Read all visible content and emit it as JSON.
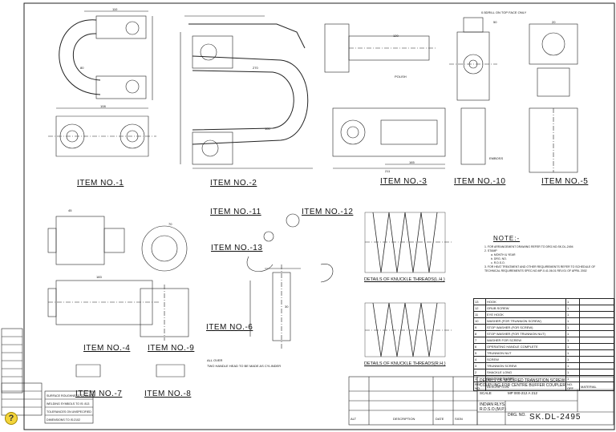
{
  "drawing": {
    "item_labels": {
      "item1": "ITEM NO.-1",
      "item2": "ITEM NO.-2",
      "item3": "ITEM NO.-3",
      "item10": "ITEM NO.-10",
      "item5": "ITEM NO.-5",
      "item11": "ITEM NO.-11",
      "item12": "ITEM NO.-12",
      "item13": "ITEM NO.-13",
      "item6": "ITEM NO.-6",
      "item4": "ITEM NO.-4",
      "item9": "ITEM NO.-9",
      "item7": "ITEM NO.-7",
      "item8": "ITEM NO.-8"
    },
    "captions": {
      "knuckle_lh": "DETAILS OF KNUCKLE THREADS(L.H.)",
      "knuckle_rh": "DETAILS OF KNUCKLE THREADS(R.H.)",
      "top_note": "0.5DRILL ON TOP FACE ONLY",
      "polish": "POLISH",
      "all_over": "ALL OVER",
      "handle_note": "TWO HANDLE HEAD TO BE MADE AS CYLINDER",
      "emboss": "EMBOSS"
    },
    "dims": {
      "d110": "110",
      "d108": "108",
      "d270": "270",
      "d211": "211",
      "d165": "165",
      "d183": "183",
      "d70": "70",
      "d50": "50",
      "d80": "80",
      "d20": "20",
      "d120": "120",
      "d100": "100",
      "d30": "30",
      "d45": "45"
    }
  },
  "notes": {
    "title": "NOTE:-",
    "items": [
      "1. FOR ARRANGEMENT DRAWING REFER TO DRG.NO.SK.DL-2494",
      "2. STAMP",
      "a. MONTH & YEAR",
      "b. DRG. NO.",
      "c. R.D.S.O.",
      "3. FOR HEAT TREATMENT AND OTHER REQUIREMENTS REFER TO SCHEDULE OF TECHNICAL REQUIREMENTS SPEC.NO.MP-0.41.06.01 REV.01 OF APRIL 2002"
    ]
  },
  "bom": {
    "rows": [
      {
        "no": "13",
        "desc": "HOOK",
        "qty": "1"
      },
      {
        "no": "12",
        "desc": "GRUB SCREW",
        "qty": "1"
      },
      {
        "no": "11",
        "desc": "EYE HOOK",
        "qty": "1"
      },
      {
        "no": "10",
        "desc": "WASHER (FOR TRUNNION SCREW)",
        "qty": "1"
      },
      {
        "no": "9",
        "desc": "STOP WASHER (FOR SCREW)",
        "qty": "1"
      },
      {
        "no": "8",
        "desc": "STOP WASHER (FOR TRUNNION NUT)",
        "qty": "1"
      },
      {
        "no": "7",
        "desc": "WASHER FOR SCREW",
        "qty": "1"
      },
      {
        "no": "6",
        "desc": "OPERATING HANDLE COMPLETE",
        "qty": "1"
      },
      {
        "no": "5",
        "desc": "TRUNNION NUT",
        "qty": "1"
      },
      {
        "no": "4",
        "desc": "SCREW",
        "qty": "1"
      },
      {
        "no": "3",
        "desc": "TRUNNION SCREW",
        "qty": "1"
      },
      {
        "no": "2",
        "desc": "SHACKLE LONG",
        "qty": "1"
      },
      {
        "no": "1",
        "desc": "SHACKLE SHORT",
        "qty": "1"
      }
    ],
    "header": {
      "no": "REF NO.",
      "desc": "DESCRIPTION",
      "qty": "NO. OFF",
      "mat": "MATERIAL"
    }
  },
  "title_block": {
    "title": "DETAILS OF MODIFIED TRANSITION SCREW COUPLING FOR CENTRE BUFFER COUPLER",
    "org1": "INDIAN RLYS.",
    "org2": "R.D.S.O.(M.P.)",
    "drg_label": "DRG. NO.",
    "drg_no": "SK.DL-2495",
    "ref": "MP 000-212 A 212",
    "scale_label": "SCALE",
    "alt_label": "ALT",
    "date_label": "DATE",
    "sign_label": "SIGN",
    "description_label": "DESCRIPTION"
  },
  "tolerance": {
    "rows": [
      "SURFACE ROUGHNESS TO IS:3073",
      "WELDING SYMBOLS TO IS: 813",
      "TOLERANCES ON UNSPECIFIED",
      "DIMENSIONS TO IS:2102"
    ]
  }
}
